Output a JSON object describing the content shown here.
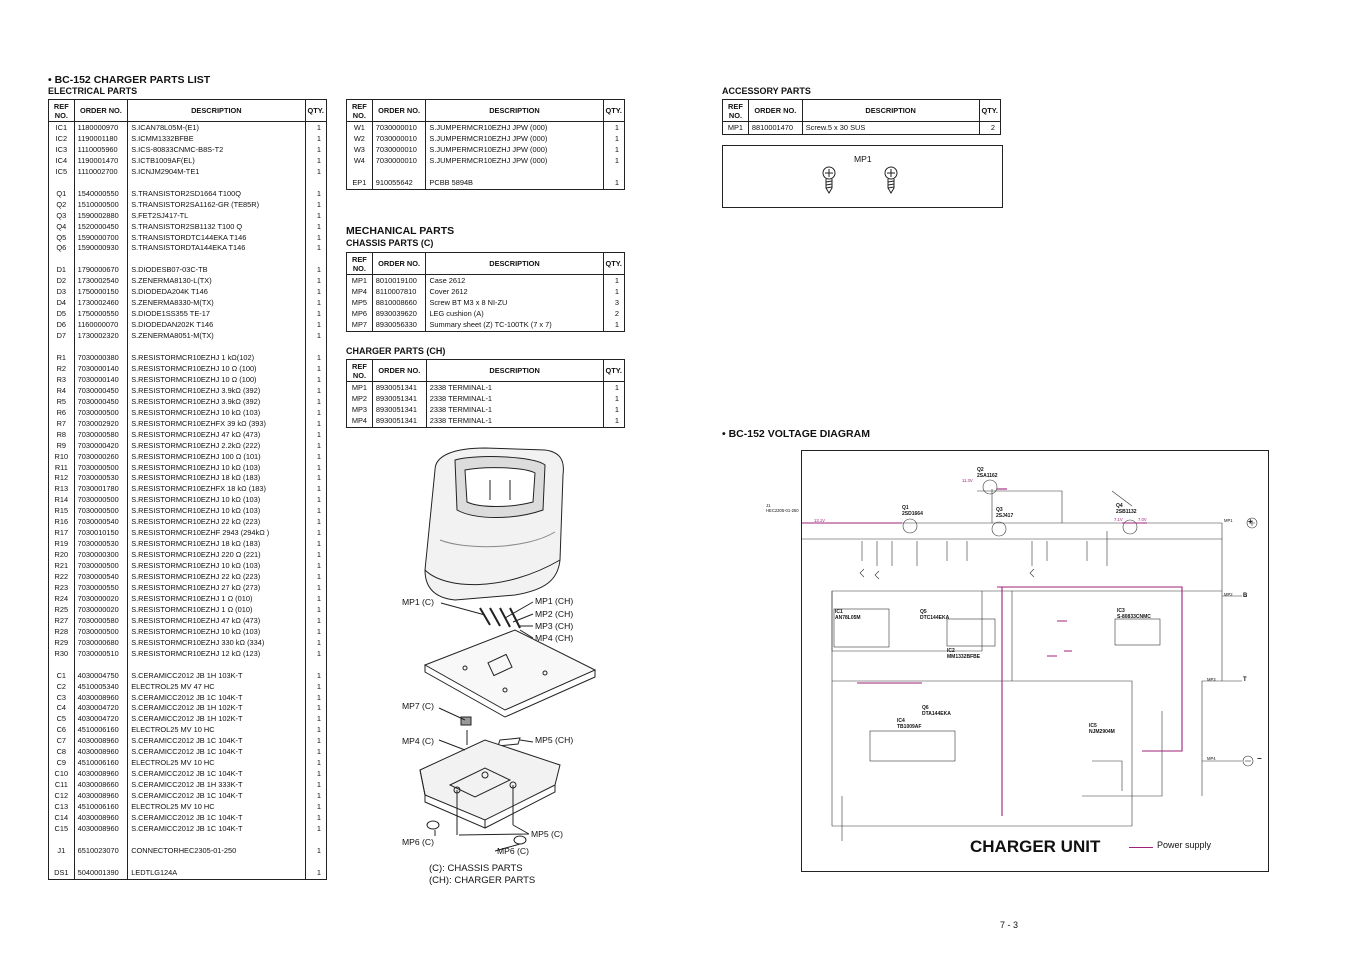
{
  "titles": {
    "parts_list": "• BC-152 CHARGER PARTS LIST",
    "electrical": "ELECTRICAL PARTS",
    "mechanical": "MECHANICAL PARTS",
    "chassis": "CHASSIS PARTS (C)",
    "charger": "CHARGER PARTS (CH)",
    "accessory": "ACCESSORY PARTS",
    "voltage": "• BC-152 VOLTAGE DIAGRAM"
  },
  "headers": {
    "ref": "REF NO.",
    "order": "ORDER NO.",
    "desc": "DESCRIPTION",
    "qty": "QTY."
  },
  "electrical_rows": [
    {
      "ref": "IC1",
      "order": "1180000970",
      "type": "S.IC",
      "part": "AN78L05M-(E1)",
      "qty": "1"
    },
    {
      "ref": "IC2",
      "order": "1190001180",
      "type": "S.IC",
      "part": "MM1332BFBE",
      "qty": "1"
    },
    {
      "ref": "IC3",
      "order": "1110005960",
      "type": "S.IC",
      "part": "S-80833CNMC-B8S-T2",
      "qty": "1"
    },
    {
      "ref": "IC4",
      "order": "1190001470",
      "type": "S.IC",
      "part": "TB1009AF(EL)",
      "qty": "1"
    },
    {
      "ref": "IC5",
      "order": "1110002700",
      "type": "S.IC",
      "part": "NJM2904M-TE1",
      "qty": "1"
    },
    {
      "ref": "",
      "order": "",
      "type": "",
      "part": "",
      "qty": ""
    },
    {
      "ref": "Q1",
      "order": "1540000550",
      "type": "S.TRANSISTOR",
      "part": "2SD1664 T100Q",
      "qty": "1"
    },
    {
      "ref": "Q2",
      "order": "1510000500",
      "type": "S.TRANSISTOR",
      "part": "2SA1162-GR (TE85R)",
      "qty": "1"
    },
    {
      "ref": "Q3",
      "order": "1590002880",
      "type": "S.FET",
      "part": "2SJ417-TL",
      "qty": "1"
    },
    {
      "ref": "Q4",
      "order": "1520000450",
      "type": "S.TRANSISTOR",
      "part": "2SB1132 T100 Q",
      "qty": "1"
    },
    {
      "ref": "Q5",
      "order": "1590000700",
      "type": "S.TRANSISTOR",
      "part": "DTC144EKA T146",
      "qty": "1"
    },
    {
      "ref": "Q6",
      "order": "1590000930",
      "type": "S.TRANSISTOR",
      "part": "DTA144EKA T146",
      "qty": "1"
    },
    {
      "ref": "",
      "order": "",
      "type": "",
      "part": "",
      "qty": ""
    },
    {
      "ref": "D1",
      "order": "1790000670",
      "type": "S.DIODE",
      "part": "SB07-03C-TB",
      "qty": "1"
    },
    {
      "ref": "D2",
      "order": "1730002540",
      "type": "S.ZENER",
      "part": "MA8130-L(TX)",
      "qty": "1"
    },
    {
      "ref": "D3",
      "order": "1750000150",
      "type": "S.DIODE",
      "part": "DA204K T146",
      "qty": "1"
    },
    {
      "ref": "D4",
      "order": "1730002460",
      "type": "S.ZENER",
      "part": "MA8330-M(TX)",
      "qty": "1"
    },
    {
      "ref": "D5",
      "order": "1750000550",
      "type": "S.DIODE",
      "part": "1SS355 TE-17",
      "qty": "1"
    },
    {
      "ref": "D6",
      "order": "1160000070",
      "type": "S.DIODE",
      "part": "DAN202K T146",
      "qty": "1"
    },
    {
      "ref": "D7",
      "order": "1730002320",
      "type": "S.ZENER",
      "part": "MA8051-M(TX)",
      "qty": "1"
    },
    {
      "ref": "",
      "order": "",
      "type": "",
      "part": "",
      "qty": ""
    },
    {
      "ref": "R1",
      "order": "7030000380",
      "type": "S.RESISTOR",
      "part": "MCR10EZHJ 1 kΩ(102)",
      "qty": "1"
    },
    {
      "ref": "R2",
      "order": "7030000140",
      "type": "S.RESISTOR",
      "part": "MCR10EZHJ 10 Ω (100)",
      "qty": "1"
    },
    {
      "ref": "R3",
      "order": "7030000140",
      "type": "S.RESISTOR",
      "part": "MCR10EZHJ 10 Ω (100)",
      "qty": "1"
    },
    {
      "ref": "R4",
      "order": "7030000450",
      "type": "S.RESISTOR",
      "part": "MCR10EZHJ 3.9kΩ (392)",
      "qty": "1"
    },
    {
      "ref": "R5",
      "order": "7030000450",
      "type": "S.RESISTOR",
      "part": "MCR10EZHJ 3.9kΩ (392)",
      "qty": "1"
    },
    {
      "ref": "R6",
      "order": "7030000500",
      "type": "S.RESISTOR",
      "part": "MCR10EZHJ 10 kΩ (103)",
      "qty": "1"
    },
    {
      "ref": "R7",
      "order": "7030002920",
      "type": "S.RESISTOR",
      "part": "MCR10EZHFX 39 kΩ (393)",
      "qty": "1"
    },
    {
      "ref": "R8",
      "order": "7030000580",
      "type": "S.RESISTOR",
      "part": "MCR10EZHJ 47 kΩ (473)",
      "qty": "1"
    },
    {
      "ref": "R9",
      "order": "7030000420",
      "type": "S.RESISTOR",
      "part": "MCR10EZHJ 2.2kΩ (222)",
      "qty": "1"
    },
    {
      "ref": "R10",
      "order": "7030000260",
      "type": "S.RESISTOR",
      "part": "MCR10EZHJ 100 Ω (101)",
      "qty": "1"
    },
    {
      "ref": "R11",
      "order": "7030000500",
      "type": "S.RESISTOR",
      "part": "MCR10EZHJ 10 kΩ (103)",
      "qty": "1"
    },
    {
      "ref": "R12",
      "order": "7030000530",
      "type": "S.RESISTOR",
      "part": "MCR10EZHJ 18 kΩ (183)",
      "qty": "1"
    },
    {
      "ref": "R13",
      "order": "7030001780",
      "type": "S.RESISTOR",
      "part": "MCR10EZHFX 18 kΩ (183)",
      "qty": "1"
    },
    {
      "ref": "R14",
      "order": "7030000500",
      "type": "S.RESISTOR",
      "part": "MCR10EZHJ 10 kΩ (103)",
      "qty": "1"
    },
    {
      "ref": "R15",
      "order": "7030000500",
      "type": "S.RESISTOR",
      "part": "MCR10EZHJ 10 kΩ (103)",
      "qty": "1"
    },
    {
      "ref": "R16",
      "order": "7030000540",
      "type": "S.RESISTOR",
      "part": "MCR10EZHJ 22 kΩ (223)",
      "qty": "1"
    },
    {
      "ref": "R17",
      "order": "7030010150",
      "type": "S.RESISTOR",
      "part": "MCR10EZHF 2943 (294kΩ )",
      "qty": "1"
    },
    {
      "ref": "R19",
      "order": "7030000530",
      "type": "S.RESISTOR",
      "part": "MCR10EZHJ 18 kΩ (183)",
      "qty": "1"
    },
    {
      "ref": "R20",
      "order": "7030000300",
      "type": "S.RESISTOR",
      "part": "MCR10EZHJ 220 Ω (221)",
      "qty": "1"
    },
    {
      "ref": "R21",
      "order": "7030000500",
      "type": "S.RESISTOR",
      "part": "MCR10EZHJ 10 kΩ (103)",
      "qty": "1"
    },
    {
      "ref": "R22",
      "order": "7030000540",
      "type": "S.RESISTOR",
      "part": "MCR10EZHJ 22 kΩ (223)",
      "qty": "1"
    },
    {
      "ref": "R23",
      "order": "7030000550",
      "type": "S.RESISTOR",
      "part": "MCR10EZHJ 27 kΩ (273)",
      "qty": "1"
    },
    {
      "ref": "R24",
      "order": "7030000020",
      "type": "S.RESISTOR",
      "part": "MCR10EZHJ 1 Ω (010)",
      "qty": "1"
    },
    {
      "ref": "R25",
      "order": "7030000020",
      "type": "S.RESISTOR",
      "part": "MCR10EZHJ 1 Ω (010)",
      "qty": "1"
    },
    {
      "ref": "R27",
      "order": "7030000580",
      "type": "S.RESISTOR",
      "part": "MCR10EZHJ 47 kΩ (473)",
      "qty": "1"
    },
    {
      "ref": "R28",
      "order": "7030000500",
      "type": "S.RESISTOR",
      "part": "MCR10EZHJ 10 kΩ (103)",
      "qty": "1"
    },
    {
      "ref": "R29",
      "order": "7030000680",
      "type": "S.RESISTOR",
      "part": "MCR10EZHJ 330 kΩ (334)",
      "qty": "1"
    },
    {
      "ref": "R30",
      "order": "7030000510",
      "type": "S.RESISTOR",
      "part": "MCR10EZHJ 12 kΩ (123)",
      "qty": "1"
    },
    {
      "ref": "",
      "order": "",
      "type": "",
      "part": "",
      "qty": ""
    },
    {
      "ref": "C1",
      "order": "4030004750",
      "type": "S.CERAMIC",
      "part": "C2012 JB 1H 103K-T",
      "qty": "1"
    },
    {
      "ref": "C2",
      "order": "4510005340",
      "type": "ELECTROL",
      "part": "25 MV 47 HC",
      "qty": "1"
    },
    {
      "ref": "C3",
      "order": "4030008960",
      "type": "S.CERAMIC",
      "part": "C2012 JB 1C 104K-T",
      "qty": "1"
    },
    {
      "ref": "C4",
      "order": "4030004720",
      "type": "S.CERAMIC",
      "part": "C2012 JB 1H 102K-T",
      "qty": "1"
    },
    {
      "ref": "C5",
      "order": "4030004720",
      "type": "S.CERAMIC",
      "part": "C2012 JB 1H 102K-T",
      "qty": "1"
    },
    {
      "ref": "C6",
      "order": "4510006160",
      "type": "ELECTROL",
      "part": "25 MV 10 HC",
      "qty": "1"
    },
    {
      "ref": "C7",
      "order": "4030008960",
      "type": "S.CERAMIC",
      "part": "C2012 JB 1C 104K-T",
      "qty": "1"
    },
    {
      "ref": "C8",
      "order": "4030008960",
      "type": "S.CERAMIC",
      "part": "C2012 JB 1C 104K-T",
      "qty": "1"
    },
    {
      "ref": "C9",
      "order": "4510006160",
      "type": "ELECTROL",
      "part": "25 MV 10 HC",
      "qty": "1"
    },
    {
      "ref": "C10",
      "order": "4030008960",
      "type": "S.CERAMIC",
      "part": "C2012 JB 1C 104K-T",
      "qty": "1"
    },
    {
      "ref": "C11",
      "order": "4030008660",
      "type": "S.CERAMIC",
      "part": "C2012 JB 1H 333K-T",
      "qty": "1"
    },
    {
      "ref": "C12",
      "order": "4030008960",
      "type": "S.CERAMIC",
      "part": "C2012 JB 1C 104K-T",
      "qty": "1"
    },
    {
      "ref": "C13",
      "order": "4510006160",
      "type": "ELECTROL",
      "part": "25 MV 10 HC",
      "qty": "1"
    },
    {
      "ref": "C14",
      "order": "4030008960",
      "type": "S.CERAMIC",
      "part": "C2012 JB 1C 104K-T",
      "qty": "1"
    },
    {
      "ref": "C15",
      "order": "4030008960",
      "type": "S.CERAMIC",
      "part": "C2012 JB 1C 104K-T",
      "qty": "1"
    },
    {
      "ref": "",
      "order": "",
      "type": "",
      "part": "",
      "qty": ""
    },
    {
      "ref": "J1",
      "order": "6510023070",
      "type": "CONNECTOR",
      "part": "HEC2305-01-250",
      "qty": "1"
    },
    {
      "ref": "",
      "order": "",
      "type": "",
      "part": "",
      "qty": ""
    },
    {
      "ref": "DS1",
      "order": "5040001390",
      "type": "LED",
      "part": "TLG124A",
      "qty": "1"
    }
  ],
  "jumper_rows": [
    {
      "ref": "W1",
      "order": "7030000010",
      "type": "S.JUMPER",
      "part": "MCR10EZHJ JPW (000)",
      "qty": "1"
    },
    {
      "ref": "W2",
      "order": "7030000010",
      "type": "S.JUMPER",
      "part": "MCR10EZHJ JPW (000)",
      "qty": "1"
    },
    {
      "ref": "W3",
      "order": "7030000010",
      "type": "S.JUMPER",
      "part": "MCR10EZHJ JPW (000)",
      "qty": "1"
    },
    {
      "ref": "W4",
      "order": "7030000010",
      "type": "S.JUMPER",
      "part": "MCR10EZHJ JPW (000)",
      "qty": "1"
    },
    {
      "ref": "",
      "order": "",
      "type": "",
      "part": "",
      "qty": ""
    },
    {
      "ref": "EP1",
      "order": "910055642",
      "type": "PCB",
      "part": "B 5894B",
      "qty": "1"
    }
  ],
  "chassis_rows": [
    {
      "ref": "MP1",
      "order": "8010019100",
      "desc": "Case 2612",
      "qty": "1"
    },
    {
      "ref": "MP4",
      "order": "8110007810",
      "desc": "Cover 2612",
      "qty": "1"
    },
    {
      "ref": "MP5",
      "order": "8810008660",
      "desc": "Screw BT M3 x 8  NI-ZU",
      "qty": "3"
    },
    {
      "ref": "MP6",
      "order": "8930039620",
      "desc": "LEG cushion (A)",
      "qty": "2"
    },
    {
      "ref": "MP7",
      "order": "8930056330",
      "desc": "Summary sheet (Z) TC-100TK (7 x 7)",
      "qty": "1"
    }
  ],
  "charger_rows": [
    {
      "ref": "MP1",
      "order": "8930051341",
      "desc": "2338 TERMINAL-1",
      "qty": "1"
    },
    {
      "ref": "MP2",
      "order": "8930051341",
      "desc": "2338 TERMINAL-1",
      "qty": "1"
    },
    {
      "ref": "MP3",
      "order": "8930051341",
      "desc": "2338 TERMINAL-1",
      "qty": "1"
    },
    {
      "ref": "MP4",
      "order": "8930051341",
      "desc": "2338 TERMINAL-1",
      "qty": "1"
    }
  ],
  "accessory_rows": [
    {
      "ref": "MP1",
      "order": "8810001470",
      "desc": "Screw.5 x 30  SUS",
      "qty": "2"
    }
  ],
  "accessory_label": "MP1",
  "exploded_labels": {
    "mp1c": "MP1 (C)",
    "mp1ch": "MP1 (CH)",
    "mp2ch": "MP2 (CH)",
    "mp3ch": "MP3 (CH)",
    "mp4ch": "MP4 (CH)",
    "mp7c": "MP7 (C)",
    "mp4c": "MP4 (C)",
    "mp5ch": "MP5 (CH)",
    "mp5c": "MP5 (C)",
    "mp6c_left": "MP6 (C)",
    "mp6c_right": "MP6 (C)",
    "legend_c": "(C):   CHASSIS PARTS",
    "legend_ch": "(CH): CHARGER PARTS"
  },
  "diagram": {
    "title": "CHARGER UNIT",
    "legend": "Power supply",
    "legend_color": "#a0207a",
    "components": {
      "q2": "Q2",
      "q2p": "2SA1162",
      "q1": "Q1",
      "q1p": "2SD1664",
      "q3": "Q3",
      "q3p": "2SJ417",
      "q4": "Q4",
      "q4p": "2SB1132",
      "q5": "Q5",
      "q5p": "DTC144EKA",
      "q6": "Q6",
      "q6p": "DTA144EKA",
      "ic1": "IC1",
      "ic1p": "AN78L05M",
      "ic2": "IC2",
      "ic2p": "MM1332BFBE",
      "ic3": "IC3",
      "ic3p": "S-80833CNMC",
      "ic4": "IC4",
      "ic4p": "TB1009AF",
      "ic5": "IC5",
      "ic5p": "NJM2904M",
      "j1": "J1",
      "j1p": "HEC2305-01-250",
      "mp1": "MP1",
      "mp2": "MP2",
      "mp3": "MP3",
      "mp4": "MP4",
      "plus": "+",
      "b": "B",
      "t": "T",
      "minus": "−",
      "v_in": "13.1V",
      "v_q2": "11.3V",
      "v_q4": "7.1V",
      "v_q4b": "7.0V"
    }
  },
  "page_number": "7 - 3"
}
